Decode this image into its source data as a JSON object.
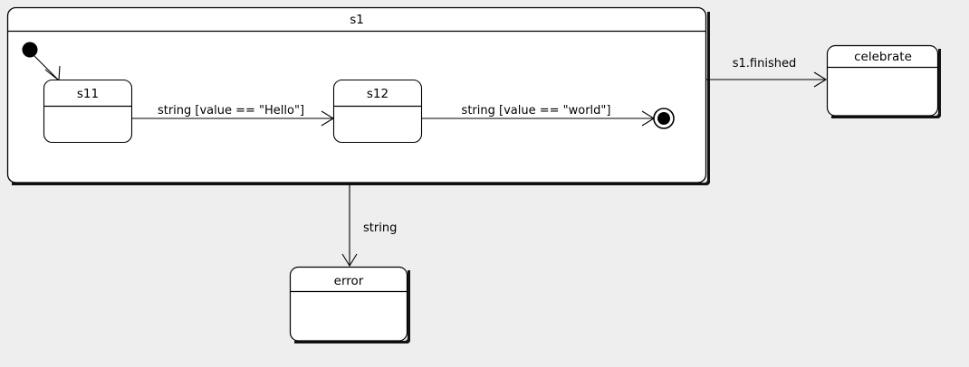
{
  "diagram": {
    "type": "uml-state-machine",
    "background_color": "#eeeeee",
    "stroke_color": "#000000",
    "fill_color": "#ffffff"
  },
  "composite_state": {
    "name": "s1",
    "substates": [
      {
        "id": "s11",
        "name": "s11"
      },
      {
        "id": "s12",
        "name": "s12"
      }
    ],
    "pseudostates": [
      {
        "id": "initial",
        "kind": "initial-state"
      },
      {
        "id": "final",
        "kind": "final-state"
      }
    ]
  },
  "states": [
    {
      "id": "celebrate",
      "name": "celebrate"
    },
    {
      "id": "error",
      "name": "error"
    }
  ],
  "transitions": [
    {
      "id": "t-init-s11",
      "label": "",
      "from": "initial",
      "to": "s11"
    },
    {
      "id": "t-s11-s12",
      "label": "string [value == \"Hello\"]",
      "from": "s11",
      "to": "s12"
    },
    {
      "id": "t-s12-final",
      "label": "string [value == \"world\"]",
      "from": "s12",
      "to": "final"
    },
    {
      "id": "t-s1-celebrate",
      "label": "s1.finished",
      "from": "s1",
      "to": "celebrate"
    },
    {
      "id": "t-s1-error",
      "label": "string",
      "from": "s1",
      "to": "error"
    }
  ]
}
